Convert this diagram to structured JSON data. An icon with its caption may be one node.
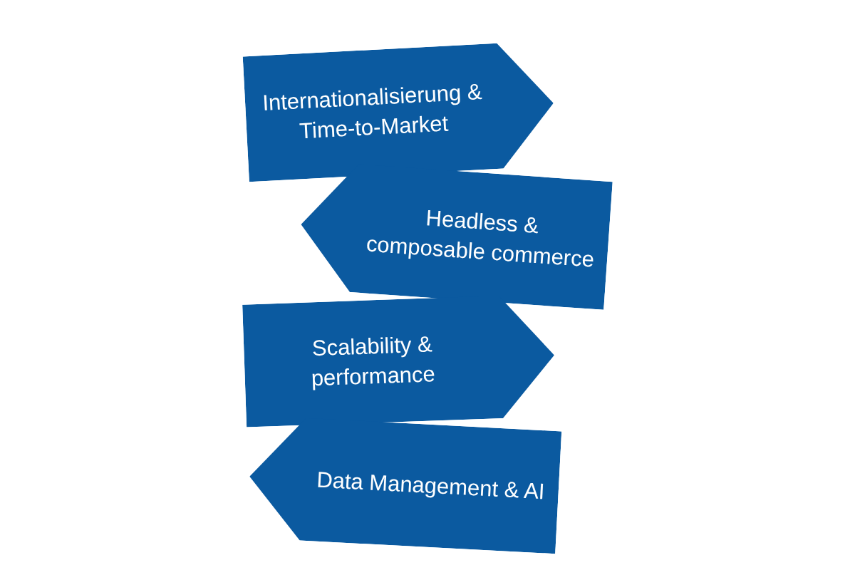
{
  "diagram": {
    "nodes": [
      {
        "text": [
          "Internationalisierung & Time-to-Market"
        ]
      },
      {
        "text": [
          "Headless & composable commerce"
        ]
      },
      {
        "text": [
          "Scalability & performance"
        ]
      },
      {
        "text": [
          "Data Management & AI"
        ]
      }
    ]
  }
}
